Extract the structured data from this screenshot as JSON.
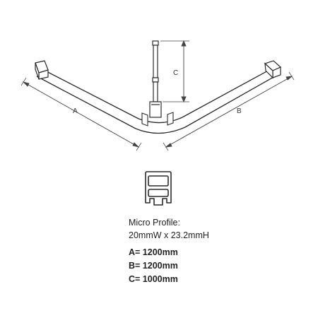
{
  "dimension_labels": {
    "a": "A",
    "b": "B",
    "c": "C"
  },
  "profile": {
    "title": "Micro Profile:",
    "size": "20mmW x 23.2mmH"
  },
  "dimensions": {
    "a": "A= 1200mm",
    "b": "B= 1200mm",
    "c": "C= 1000mm"
  },
  "colors": {
    "line": "#2b2b2b"
  }
}
